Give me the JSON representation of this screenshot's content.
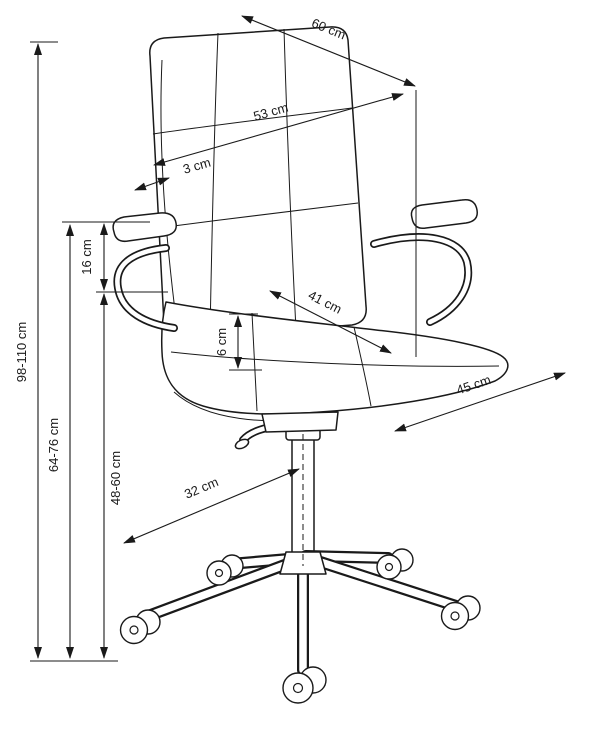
{
  "diagram": {
    "labels": {
      "overall_height": "98-110 cm",
      "armrest_floor_height": "64-76 cm",
      "armrest_seat_height": "16 cm",
      "seat_floor_height": "48-60 cm",
      "cushion_thickness": "6 cm",
      "backrest_top_width": "60 cm",
      "backrest_height_diagonal": "53 cm",
      "backrest_thickness": "3 cm",
      "seat_width": "41 cm",
      "seat_depth": "45 cm",
      "base_arm_length": "32 cm"
    },
    "colors": {
      "line": "#1a1a1a",
      "background": "#ffffff"
    }
  }
}
